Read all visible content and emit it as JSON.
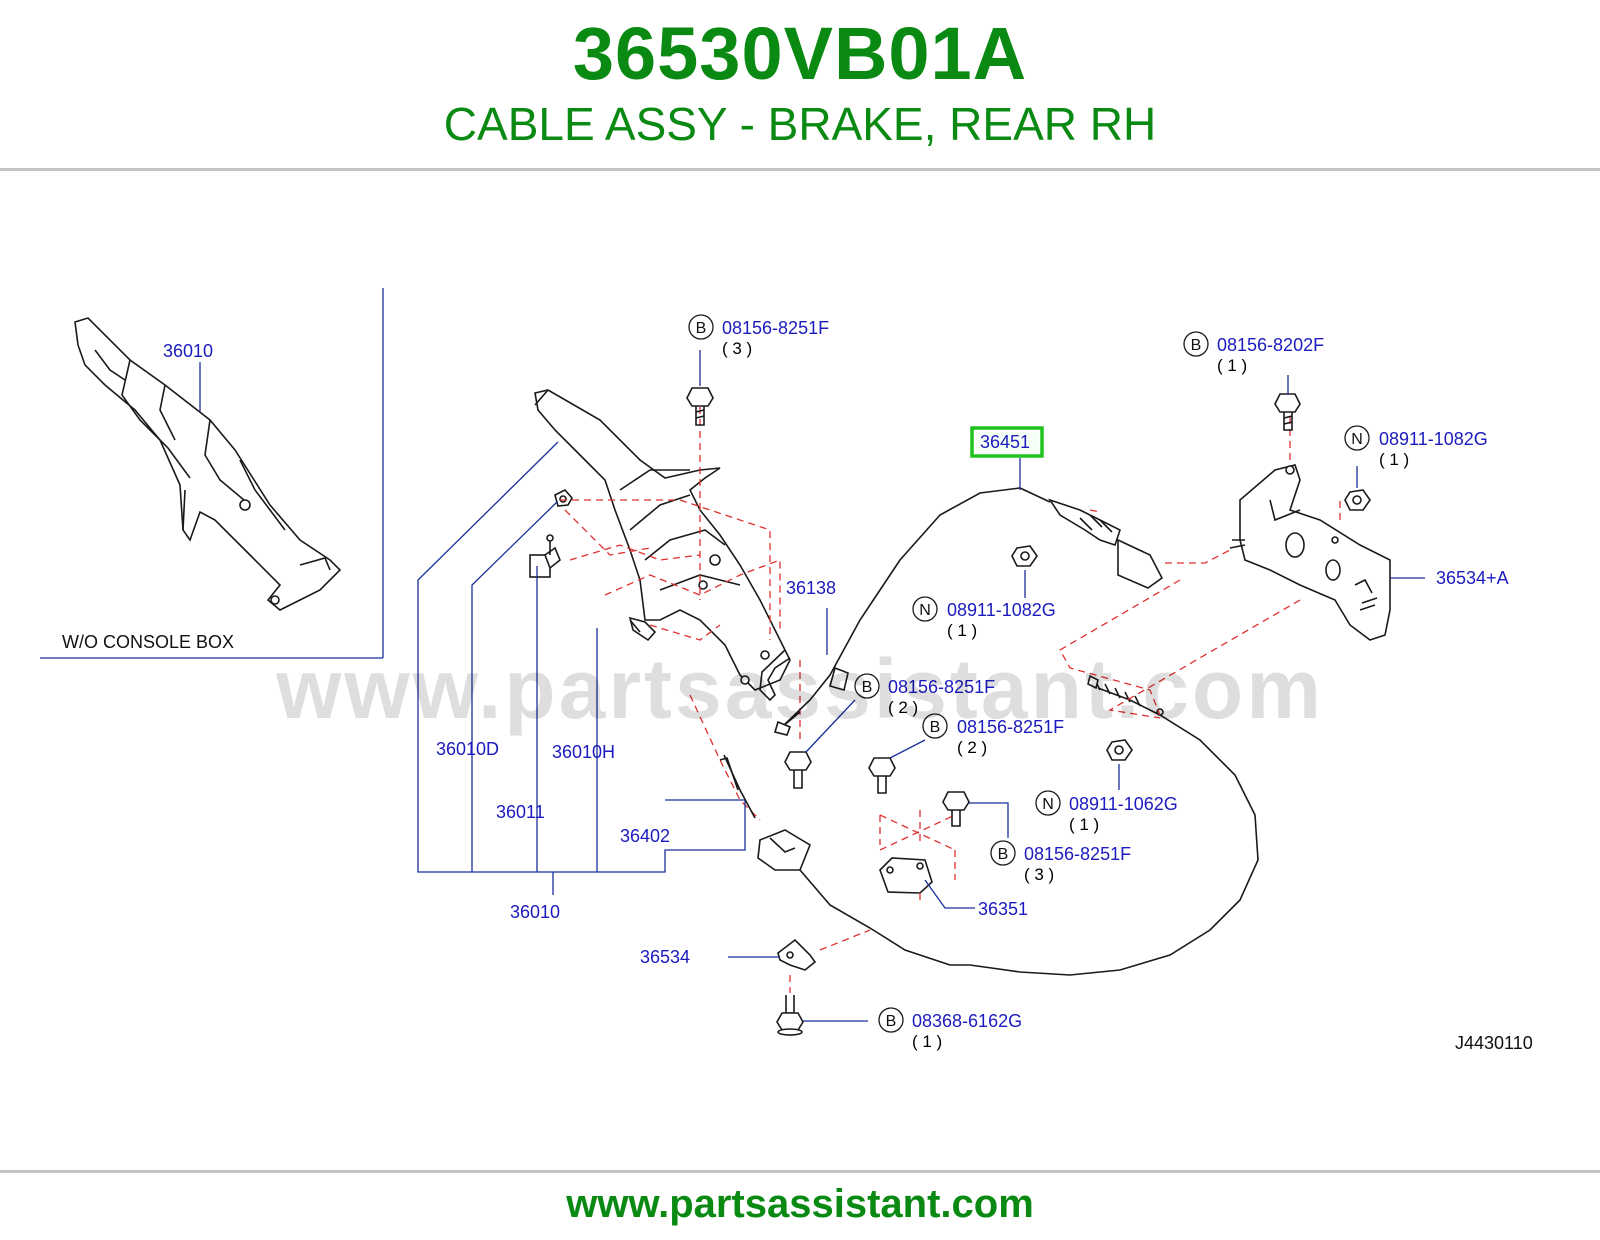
{
  "header": {
    "part_number": "36530VB01A",
    "part_title": "CABLE ASSY - BRAKE, REAR RH"
  },
  "footer": {
    "url": "www.partsassistant.com"
  },
  "watermark": "www.partsassistant.com",
  "colors": {
    "title_green": "#0a8a12",
    "label_blue": "#1b1bbf",
    "dash_red": "#e03030",
    "highlight": "#1ec31e"
  },
  "inset": {
    "part": "36010",
    "caption": "W/O  CONSOLE  BOX"
  },
  "labels": {
    "p36010_main": "36010",
    "p36010d": "36010D",
    "p36011": "36011",
    "p36010h": "36010H",
    "p36138": "36138",
    "p36402": "36402",
    "p36451": "36451",
    "p36534a": "36534+A",
    "p36351": "36351",
    "p36534": "36534"
  },
  "fasteners": [
    {
      "prefix": "B",
      "part": "08156-8251F",
      "qty": "( 3 )"
    },
    {
      "prefix": "B",
      "part": "08156-8202F",
      "qty": "( 1 )"
    },
    {
      "prefix": "N",
      "part": "08911-1082G",
      "qty": "( 1 )"
    },
    {
      "prefix": "N",
      "part": "08911-1082G",
      "qty": "( 1 )"
    },
    {
      "prefix": "B",
      "part": "08156-8251F",
      "qty": "( 2 )"
    },
    {
      "prefix": "B",
      "part": "08156-8251F",
      "qty": "( 2 )"
    },
    {
      "prefix": "N",
      "part": "08911-1062G",
      "qty": "( 1 )"
    },
    {
      "prefix": "B",
      "part": "08156-8251F",
      "qty": "( 3 )"
    },
    {
      "prefix": "B",
      "part": "08368-6162G",
      "qty": "( 1 )"
    }
  ],
  "diagram_code": "J4430110"
}
